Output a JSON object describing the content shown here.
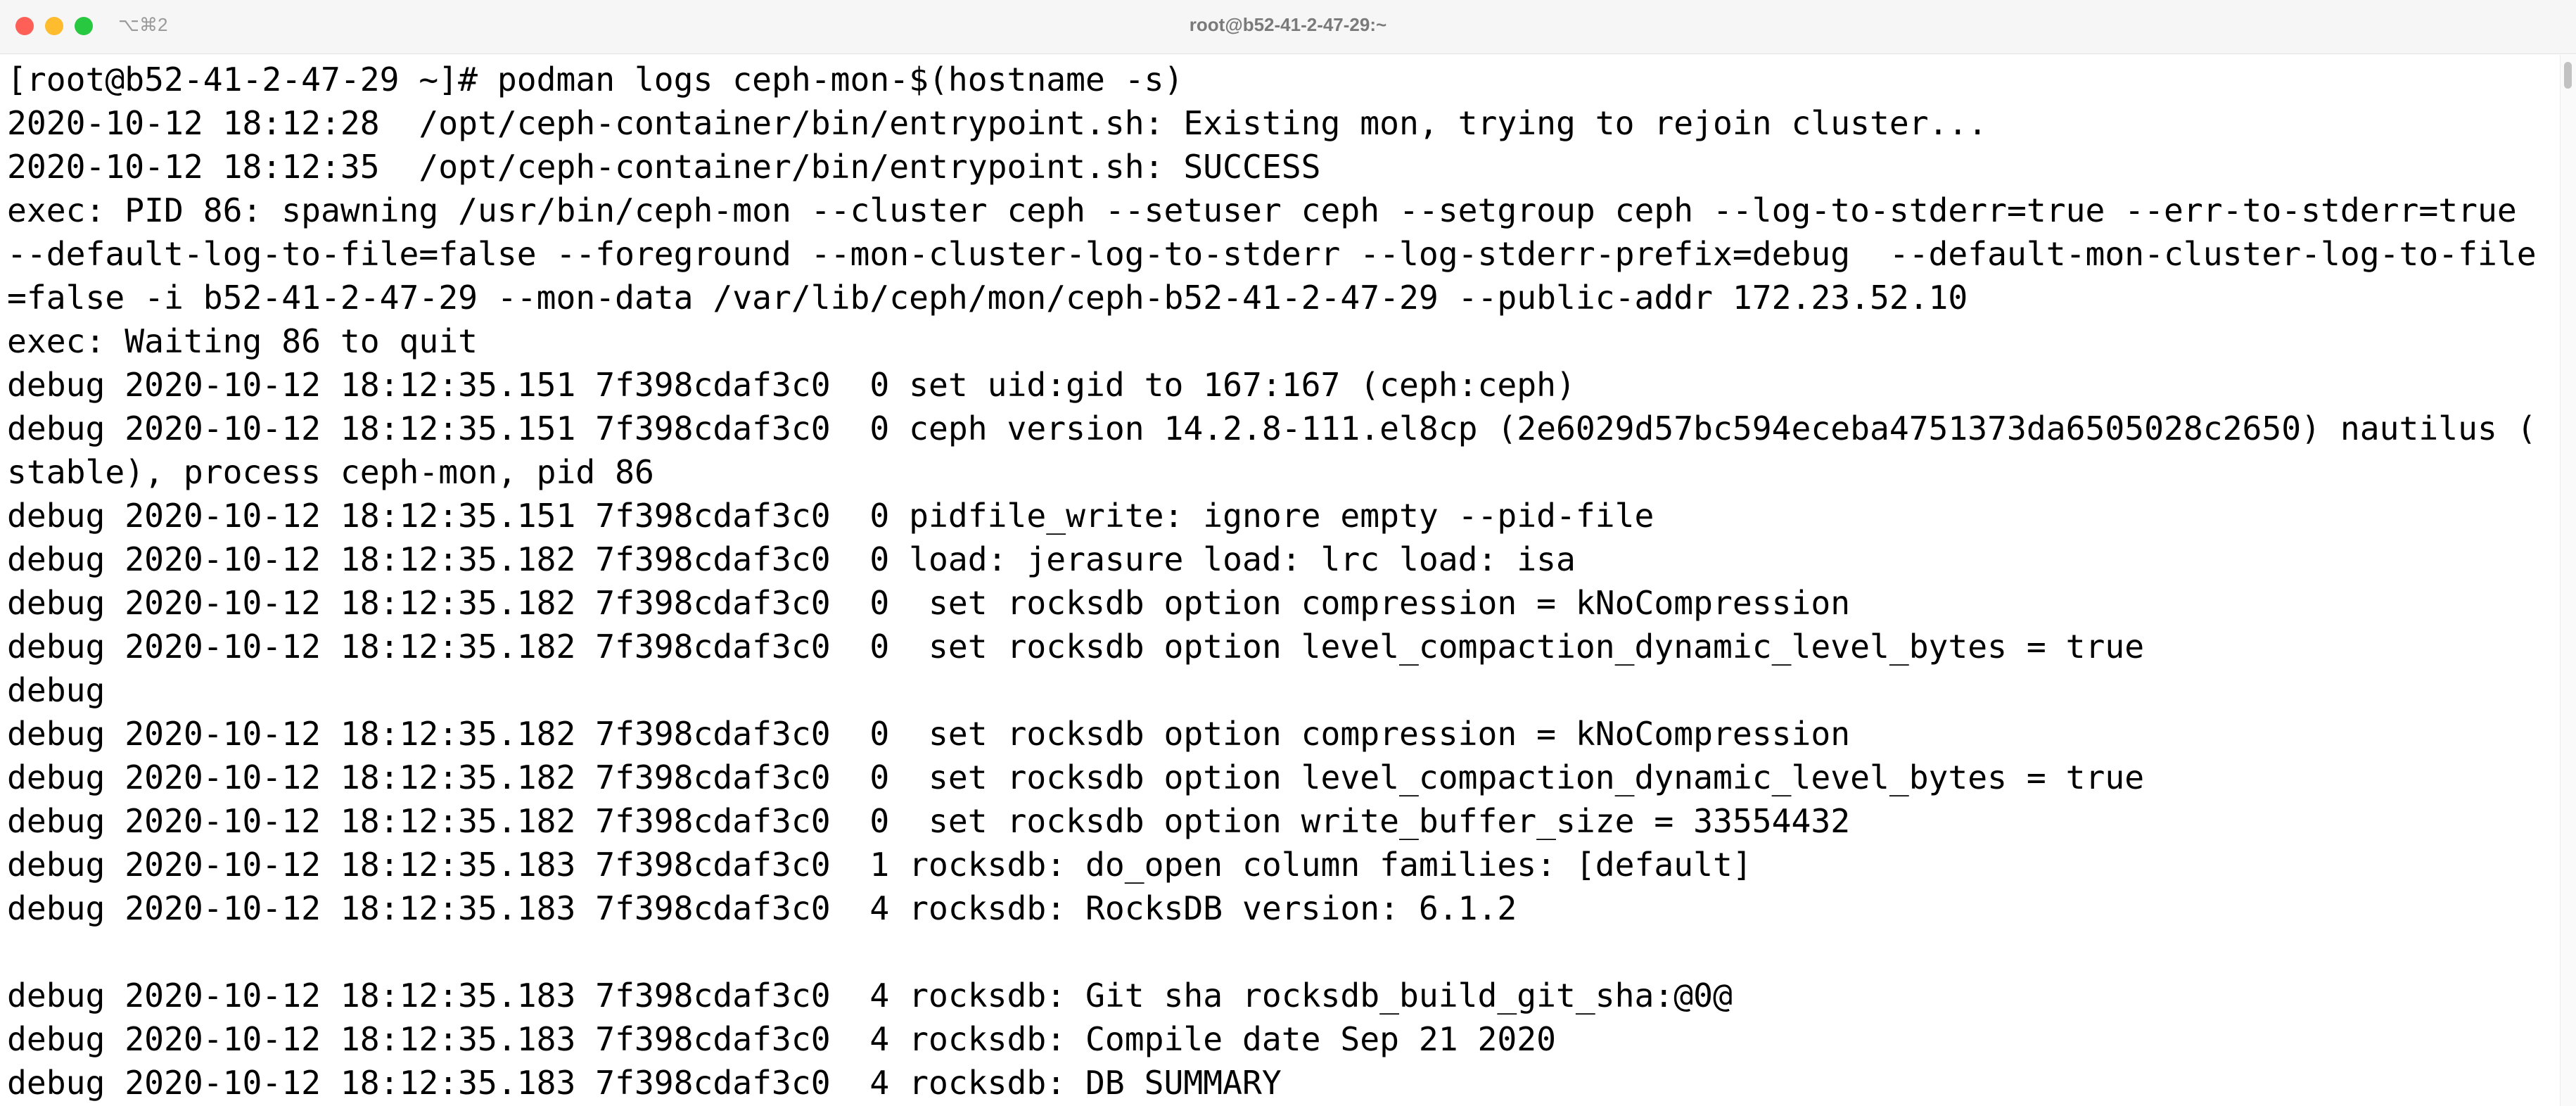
{
  "window": {
    "shortcut": "⌥⌘2",
    "title": "root@b52-41-2-47-29:~"
  },
  "terminal": {
    "lines": [
      "[root@b52-41-2-47-29 ~]# podman logs ceph-mon-$(hostname -s)",
      "2020-10-12 18:12:28  /opt/ceph-container/bin/entrypoint.sh: Existing mon, trying to rejoin cluster...",
      "2020-10-12 18:12:35  /opt/ceph-container/bin/entrypoint.sh: SUCCESS",
      "exec: PID 86: spawning /usr/bin/ceph-mon --cluster ceph --setuser ceph --setgroup ceph --log-to-stderr=true --err-to-stderr=true",
      "--default-log-to-file=false --foreground --mon-cluster-log-to-stderr --log-stderr-prefix=debug  --default-mon-cluster-log-to-file",
      "=false -i b52-41-2-47-29 --mon-data /var/lib/ceph/mon/ceph-b52-41-2-47-29 --public-addr 172.23.52.10",
      "exec: Waiting 86 to quit",
      "debug 2020-10-12 18:12:35.151 7f398cdaf3c0  0 set uid:gid to 167:167 (ceph:ceph)",
      "debug 2020-10-12 18:12:35.151 7f398cdaf3c0  0 ceph version 14.2.8-111.el8cp (2e6029d57bc594eceba4751373da6505028c2650) nautilus (",
      "stable), process ceph-mon, pid 86",
      "debug 2020-10-12 18:12:35.151 7f398cdaf3c0  0 pidfile_write: ignore empty --pid-file",
      "debug 2020-10-12 18:12:35.182 7f398cdaf3c0  0 load: jerasure load: lrc load: isa",
      "debug 2020-10-12 18:12:35.182 7f398cdaf3c0  0  set rocksdb option compression = kNoCompression",
      "debug 2020-10-12 18:12:35.182 7f398cdaf3c0  0  set rocksdb option level_compaction_dynamic_level_bytes = true",
      "debug",
      "debug 2020-10-12 18:12:35.182 7f398cdaf3c0  0  set rocksdb option compression = kNoCompression",
      "debug 2020-10-12 18:12:35.182 7f398cdaf3c0  0  set rocksdb option level_compaction_dynamic_level_bytes = true",
      "debug 2020-10-12 18:12:35.182 7f398cdaf3c0  0  set rocksdb option write_buffer_size = 33554432",
      "debug 2020-10-12 18:12:35.183 7f398cdaf3c0  1 rocksdb: do_open column families: [default]",
      "debug 2020-10-12 18:12:35.183 7f398cdaf3c0  4 rocksdb: RocksDB version: 6.1.2",
      "",
      "debug 2020-10-12 18:12:35.183 7f398cdaf3c0  4 rocksdb: Git sha rocksdb_build_git_sha:@0@",
      "debug 2020-10-12 18:12:35.183 7f398cdaf3c0  4 rocksdb: Compile date Sep 21 2020",
      "debug 2020-10-12 18:12:35.183 7f398cdaf3c0  4 rocksdb: DB SUMMARY"
    ]
  },
  "colors": {
    "close": "#fe5f57",
    "minimize": "#febc2e",
    "zoom": "#28c840"
  }
}
